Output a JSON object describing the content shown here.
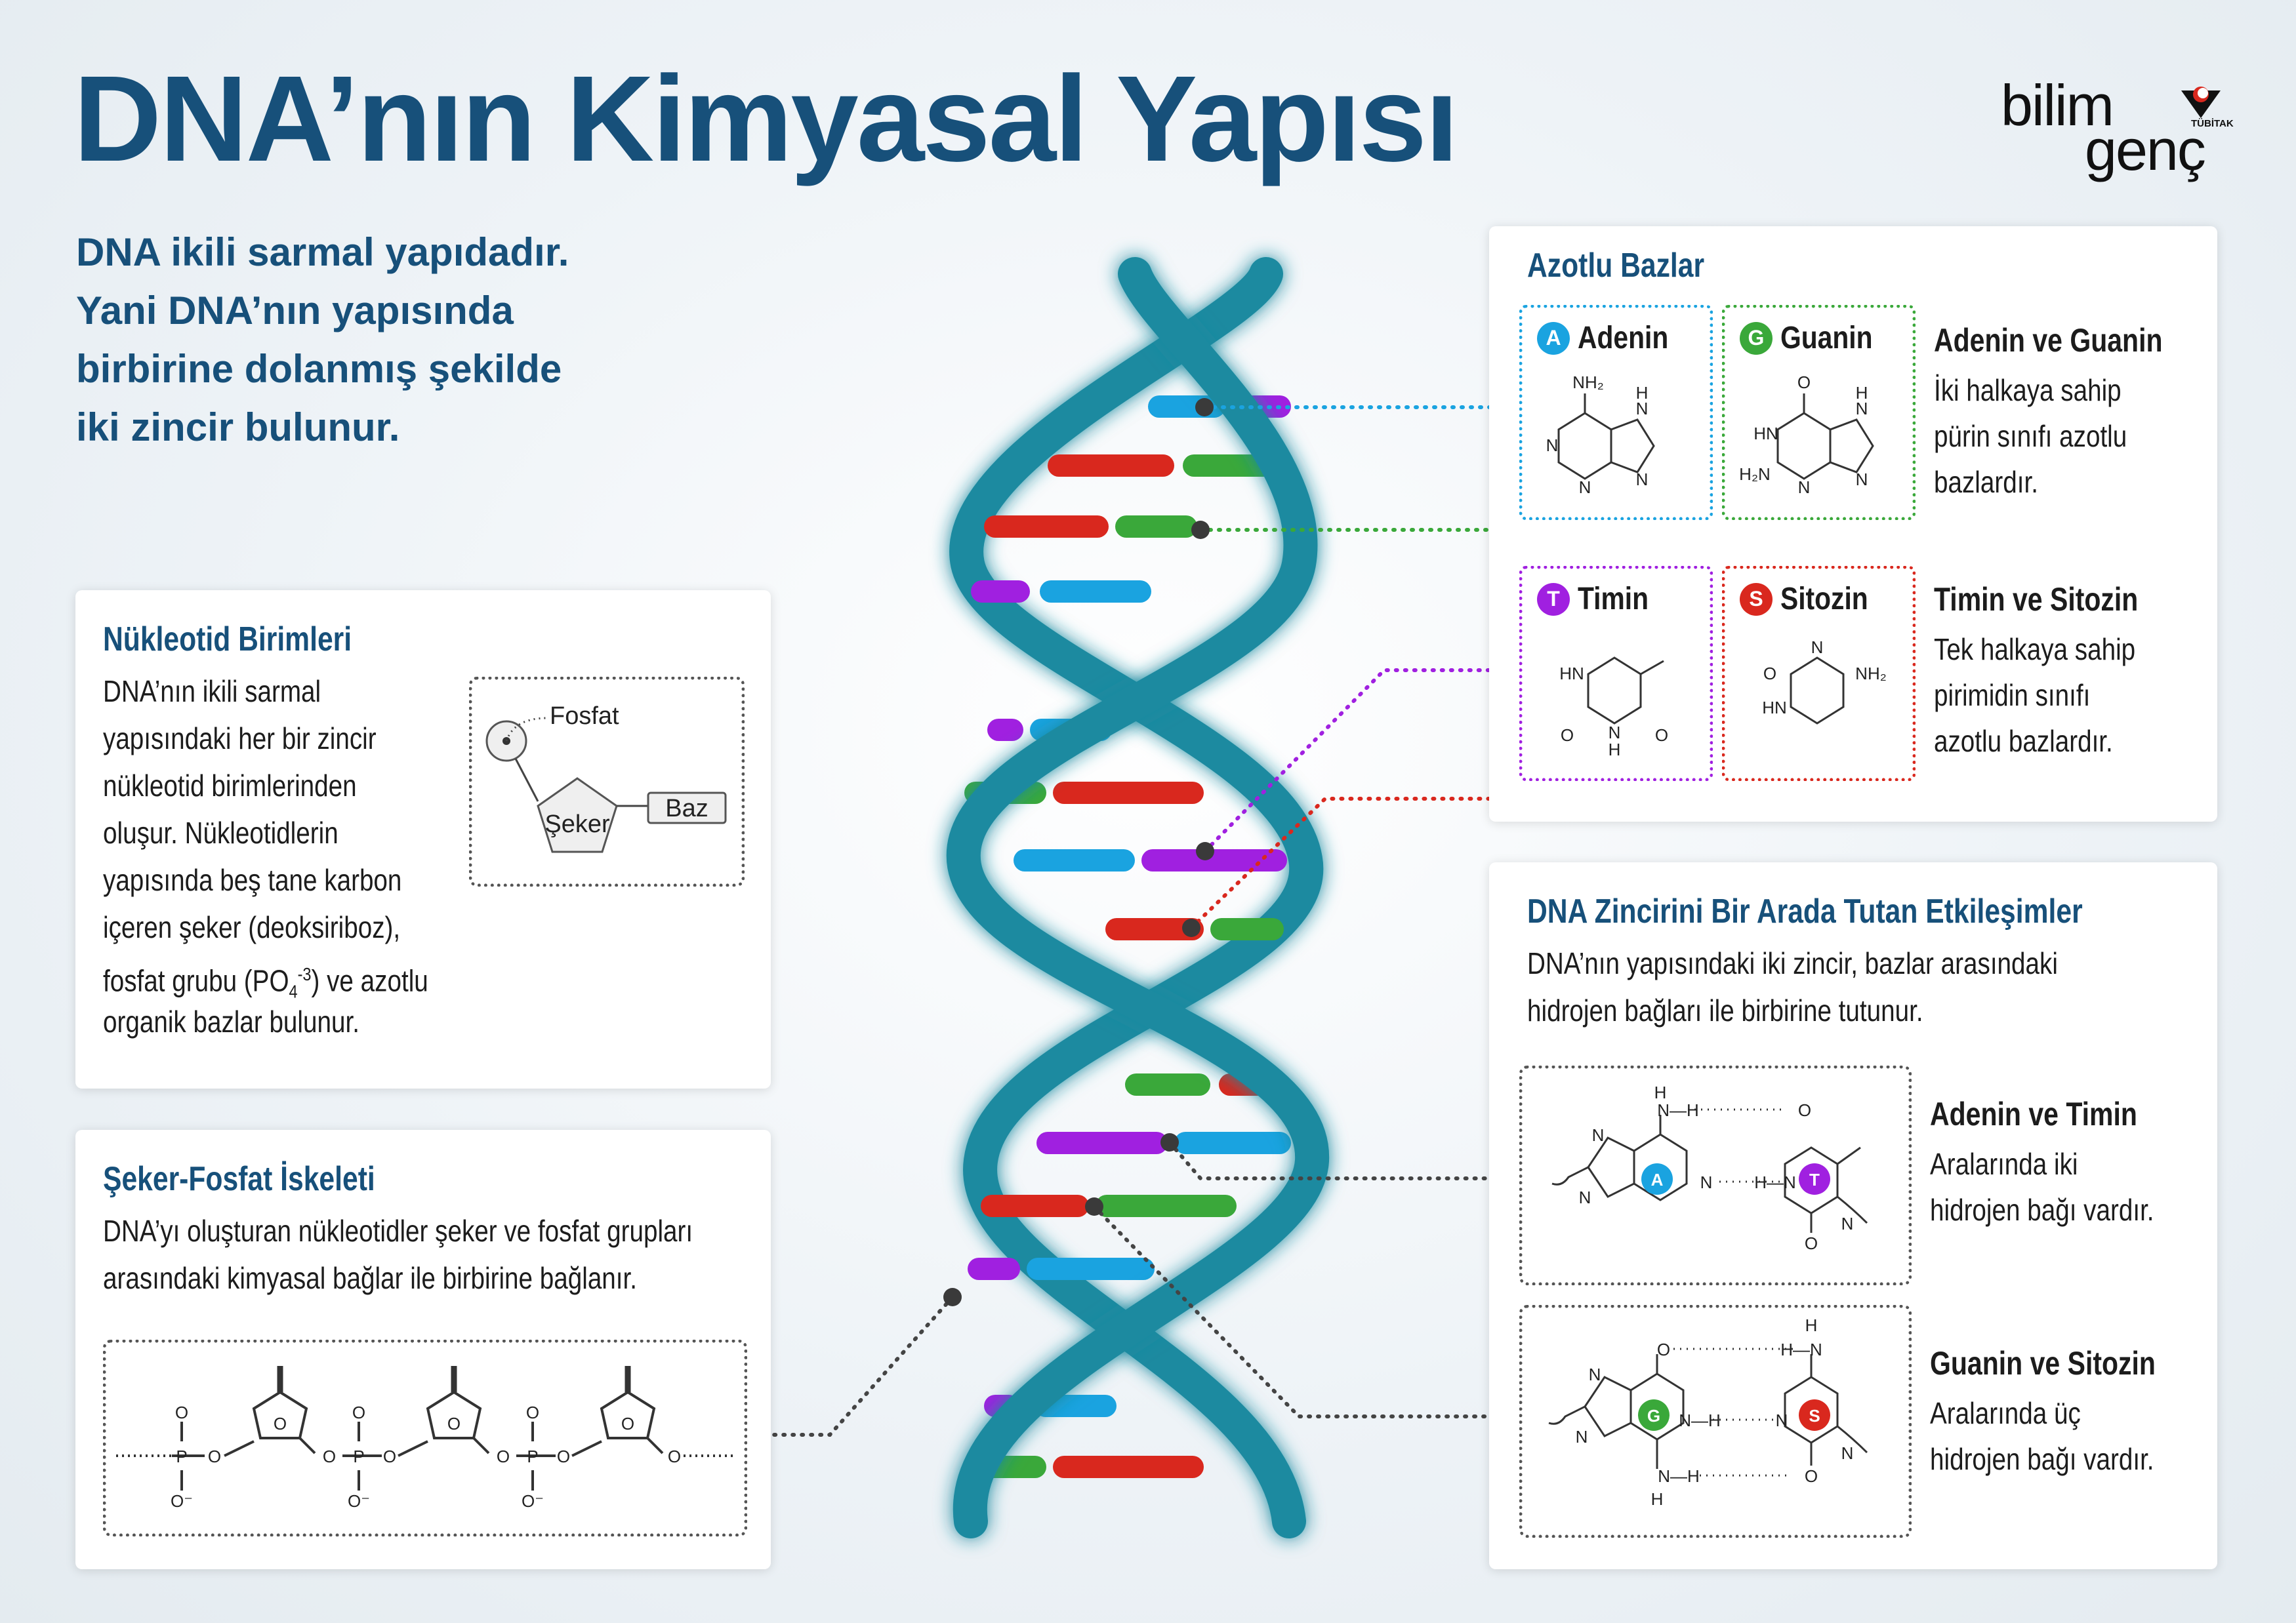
{
  "title": "DNA’nın Kimyasal Yapısı",
  "intro": [
    "DNA ikili sarmal yapıdadır.",
    "Yani DNA’nın yapısında",
    "birbirine dolanmış şekilde",
    "iki zincir bulunur."
  ],
  "logo": {
    "word1": "bilim",
    "word2": "genç",
    "tubitak": "TÜBİTAK"
  },
  "nucleotide": {
    "title": "Nükleotid Birimleri",
    "lines": [
      "DNA’nın ikili sarmal",
      "yapısındaki her bir zincir",
      "nükleotid birimlerinden",
      "oluşur. Nükleotidlerin",
      "yapısında beş tane karbon",
      "içeren şeker (deoksiriboz),"
    ],
    "line7_pre": "fosfat grubu (PO",
    "line7_sub": "4",
    "line7_sup": "-3",
    "line7_post": ") ve azotlu",
    "line8": "organik bazlar bulunur.",
    "diagram": {
      "fosfat": "Fosfat",
      "seker": "Şeker",
      "baz": "Baz"
    }
  },
  "backbone": {
    "title": "Şeker-Fosfat İskeleti",
    "lines": [
      "DNA’yı oluşturan nükleotidler şeker ve fosfat grupları",
      "arasındaki kimyasal bağlar ile birbirine bağlanır."
    ],
    "atom_p": "P",
    "atom_o": "O",
    "atom_ominus": "O⁻"
  },
  "bases": {
    "title": "Azotlu Bazlar",
    "adenine": {
      "letter": "A",
      "name": "Adenin",
      "color": "#1aa3e0",
      "labels": [
        "NH₂",
        "N",
        "N",
        "N",
        "N",
        "H"
      ]
    },
    "guanine": {
      "letter": "G",
      "name": "Guanin",
      "color": "#3aa83a",
      "labels": [
        "O",
        "HN",
        "N",
        "H₂N",
        "N",
        "N",
        "H"
      ]
    },
    "thymine": {
      "letter": "T",
      "name": "Timin",
      "color": "#a020e0",
      "labels": [
        "HN",
        "O",
        "N",
        "H",
        "O"
      ]
    },
    "cytosine": {
      "letter": "S",
      "name": "Sitozin",
      "color": "#d9281e",
      "labels": [
        "N",
        "NH₂",
        "O",
        "HN"
      ]
    },
    "purine": {
      "title": "Adenin ve Guanin",
      "lines": [
        "İki halkaya sahip",
        "pürin sınıfı azotlu",
        "bazlardır."
      ]
    },
    "pyrimidine": {
      "title": "Timin ve Sitozin",
      "lines": [
        "Tek halkaya sahip",
        "pirimidin sınıfı",
        "azotlu bazlardır."
      ]
    }
  },
  "interactions": {
    "title": "DNA Zincirini Bir Arada Tutan Etkileşimler",
    "lines": [
      "DNA’nın yapısındaki iki zincir, bazlar arasındaki",
      "hidrojen bağları ile birbirine tutunur."
    ],
    "at": {
      "title": "Adenin ve Timin",
      "lines": [
        "Aralarında iki",
        "hidrojen bağı vardır."
      ],
      "badge_a": "A",
      "badge_t": "T"
    },
    "gc": {
      "title": "Guanin ve Sitozin",
      "lines": [
        "Aralarında üç",
        "hidrojen bağı vardır."
      ],
      "badge_g": "G",
      "badge_s": "S"
    },
    "atom_labels": {
      "h": "H",
      "n": "N",
      "o": "O",
      "nh": "N—H",
      "hn": "H—N",
      "o_bond": "O",
      "squiggle": "∿"
    }
  },
  "colors": {
    "blue": "#1aa3e0",
    "green": "#3aa83a",
    "red": "#d9281e",
    "purple": "#a020e0",
    "teal": "#1d8aa0",
    "title": "#17507a"
  }
}
